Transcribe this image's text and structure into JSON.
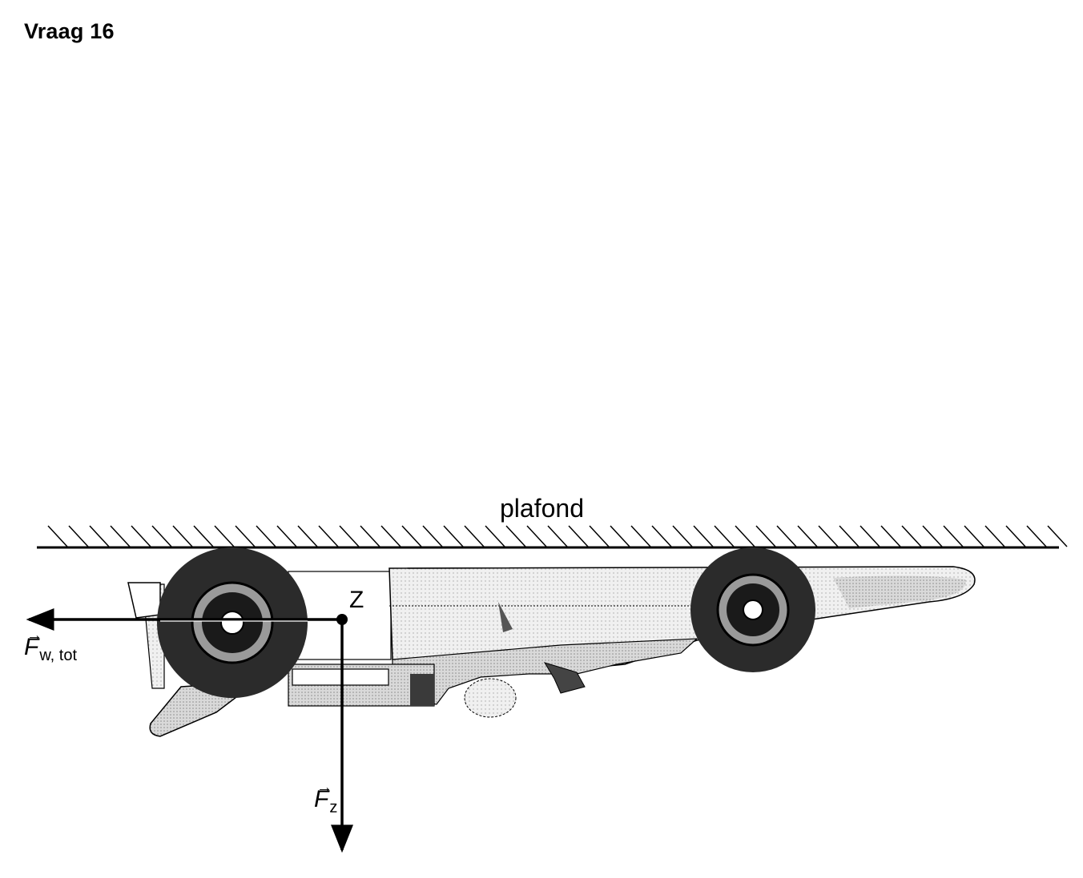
{
  "title": "Vraag 16",
  "labels": {
    "ceiling": "plafond",
    "center_of_mass": "Z"
  },
  "forces": {
    "air_resistance": {
      "symbol": "F",
      "subscript": "w, tot"
    },
    "gravity": {
      "symbol": "F",
      "subscript": "z"
    }
  },
  "colors": {
    "ink": "#000000",
    "shade": "#bdbdbd",
    "tire": "#2b2b2b"
  }
}
